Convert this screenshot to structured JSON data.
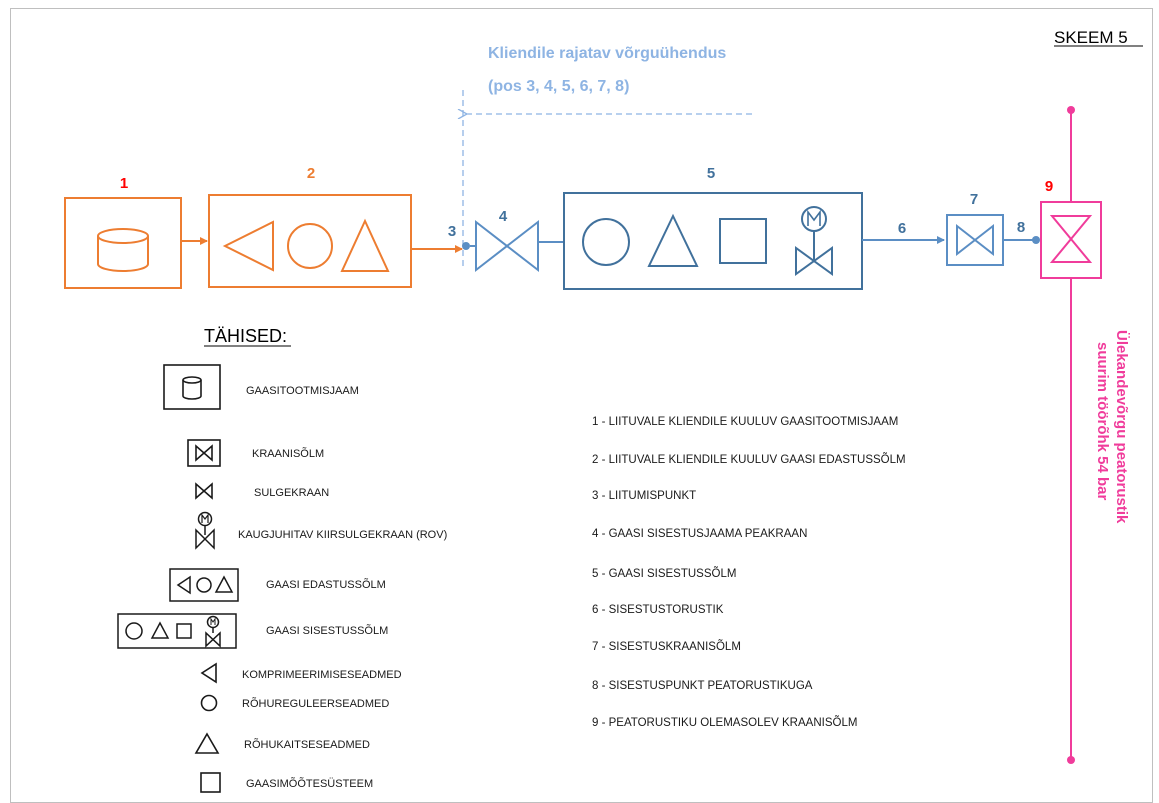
{
  "title": "SKEEM 5",
  "client_note": {
    "line1": "Kliendile rajatav võrguühendus",
    "line2": "(pos 3, 4, 5, 6, 7, 8)"
  },
  "numbers": {
    "n1": "1",
    "n2": "2",
    "n3": "3",
    "n4": "4",
    "n5": "5",
    "n6": "6",
    "n7": "7",
    "n8": "8",
    "n9": "9"
  },
  "vertical_label": {
    "line1": "Ülekandevõrgu peatorustik",
    "line2": "suurim töörõhk 54 bar"
  },
  "legend": {
    "heading": "TÄHISED:",
    "items": [
      "GAASITOOTMISJAAM",
      "KRAANISÕLM",
      "SULGEKRAAN",
      "KAUGJUHITAV KIIRSULGEKRAAN (ROV)",
      "GAASI EDASTUSSÕLM",
      "GAASI SISESTUSSÕLM",
      "KOMPRIMEERIMISESEADMED",
      "RÕHUREGULEERSEADMED",
      "RÕHUKAITSESEADMED",
      "GAASIMÕÕTESÜSTEEM"
    ]
  },
  "numbered_list": [
    "1 -  LIITUVALE KLIENDILE KUULUV  GAASITOOTMISJAAM",
    "2 -  LIITUVALE KLIENDILE KUULUV GAASI EDASTUSSÕLM",
    "3 -  LIITUMISPUNKT",
    "4 -  GAASI SISESTUSJAAMA PEAKRAAN",
    "5 -  GAASI SISESTUSSÕLM",
    "6 -  SISESTUSTORUSTIK",
    "7 -  SISESTUSKRAANISÕLM",
    "8 -   SISESTUSPUNKT PEATORUSTIKUGA",
    "9 -  PEATORUSTIKU OLEMASOLEV KRAANISÕLM"
  ],
  "colors": {
    "orange": "#ED7D31",
    "blue": "#5B8EC4",
    "dark_blue": "#41719C",
    "light_blue": "#8EB4E3",
    "pink": "#F03C9B",
    "red": "#FF0000"
  }
}
